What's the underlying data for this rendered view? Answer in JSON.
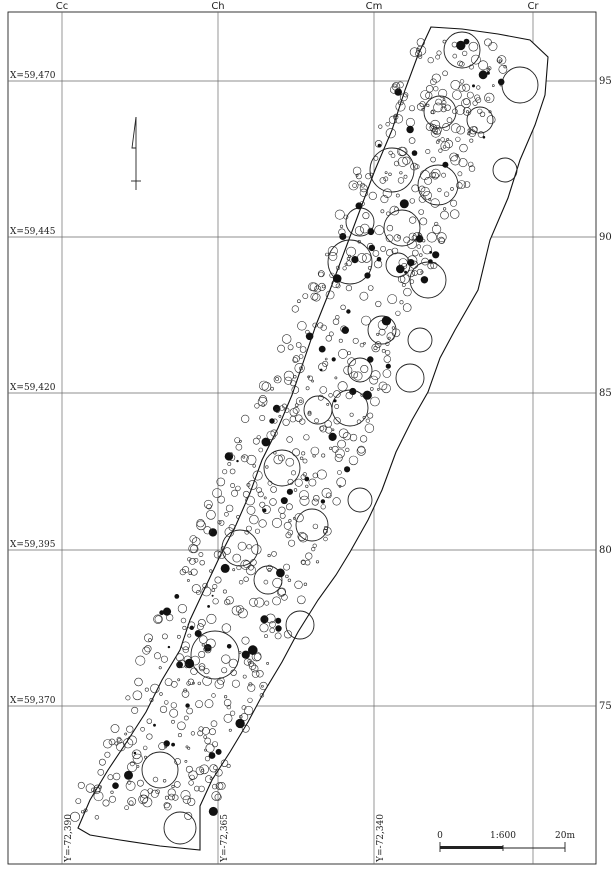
{
  "map": {
    "column_labels": [
      "Cc",
      "Ch",
      "Cm",
      "Cr"
    ],
    "x_coordinate_labels": [
      "X=59,470",
      "X=59,445",
      "X=59,420",
      "X=59,395",
      "X=59,370"
    ],
    "row_labels": [
      "95",
      "90",
      "85",
      "80",
      "75"
    ],
    "y_coordinate_labels": [
      "Y=-72,390",
      "Y=-72,365",
      "Y=-72,340"
    ],
    "scale_bar": {
      "start_label": "0",
      "ratio_label": "1:600",
      "end_label": "20m"
    },
    "north_arrow_icon": "north-arrow-icon",
    "colors": {
      "line": "#222222",
      "grid": "#6a6a6a",
      "background": "#ffffff"
    }
  }
}
